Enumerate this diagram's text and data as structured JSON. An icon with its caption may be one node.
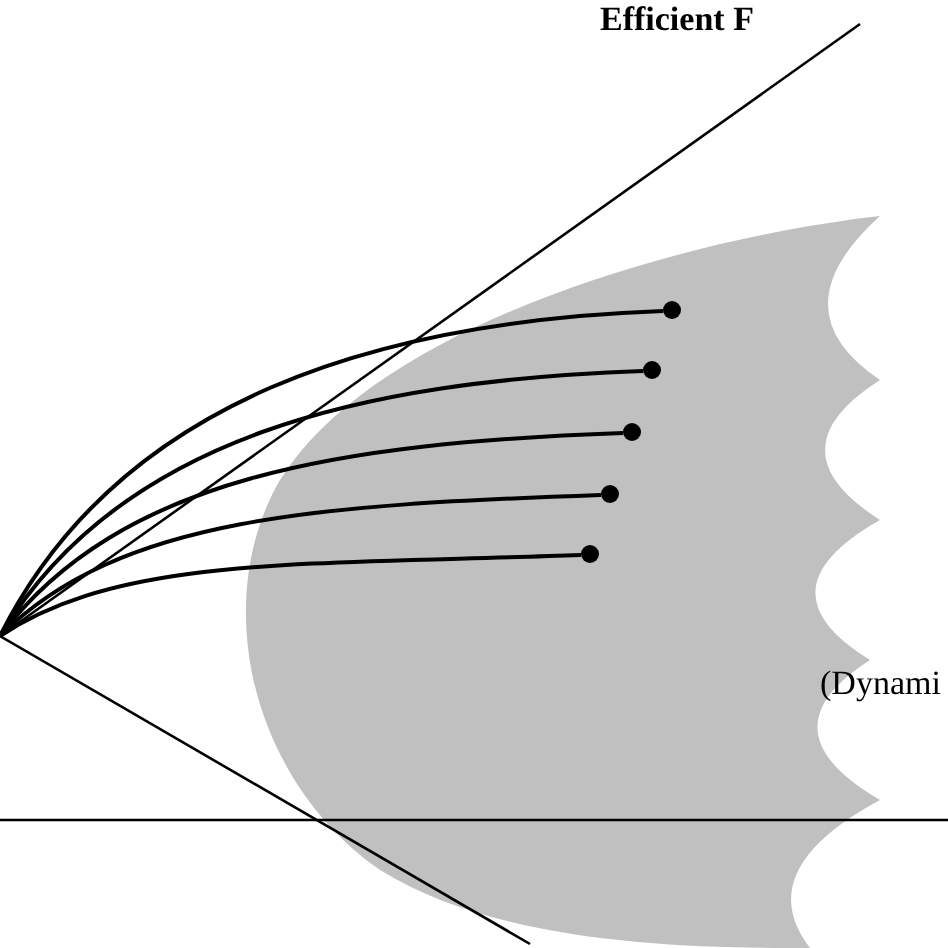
{
  "diagram": {
    "nodes": [
      {
        "text": [],
        "shape": "circle"
      },
      {
        "text": [],
        "shape": "circle"
      },
      {
        "text": [],
        "shape": "circle"
      },
      {
        "text": [],
        "shape": "circle"
      },
      {
        "text": [],
        "shape": "circle"
      }
    ],
    "edges": [
      {
        "from": null,
        "to": 0,
        "arrow": "none"
      },
      {
        "from": null,
        "to": 1,
        "arrow": "none"
      },
      {
        "from": null,
        "to": 2,
        "arrow": "none"
      },
      {
        "from": null,
        "to": 3,
        "arrow": "none"
      },
      {
        "from": null,
        "to": 4,
        "arrow": "none"
      }
    ],
    "labels": [
      "Efficient F",
      "(Dynami"
    ]
  }
}
